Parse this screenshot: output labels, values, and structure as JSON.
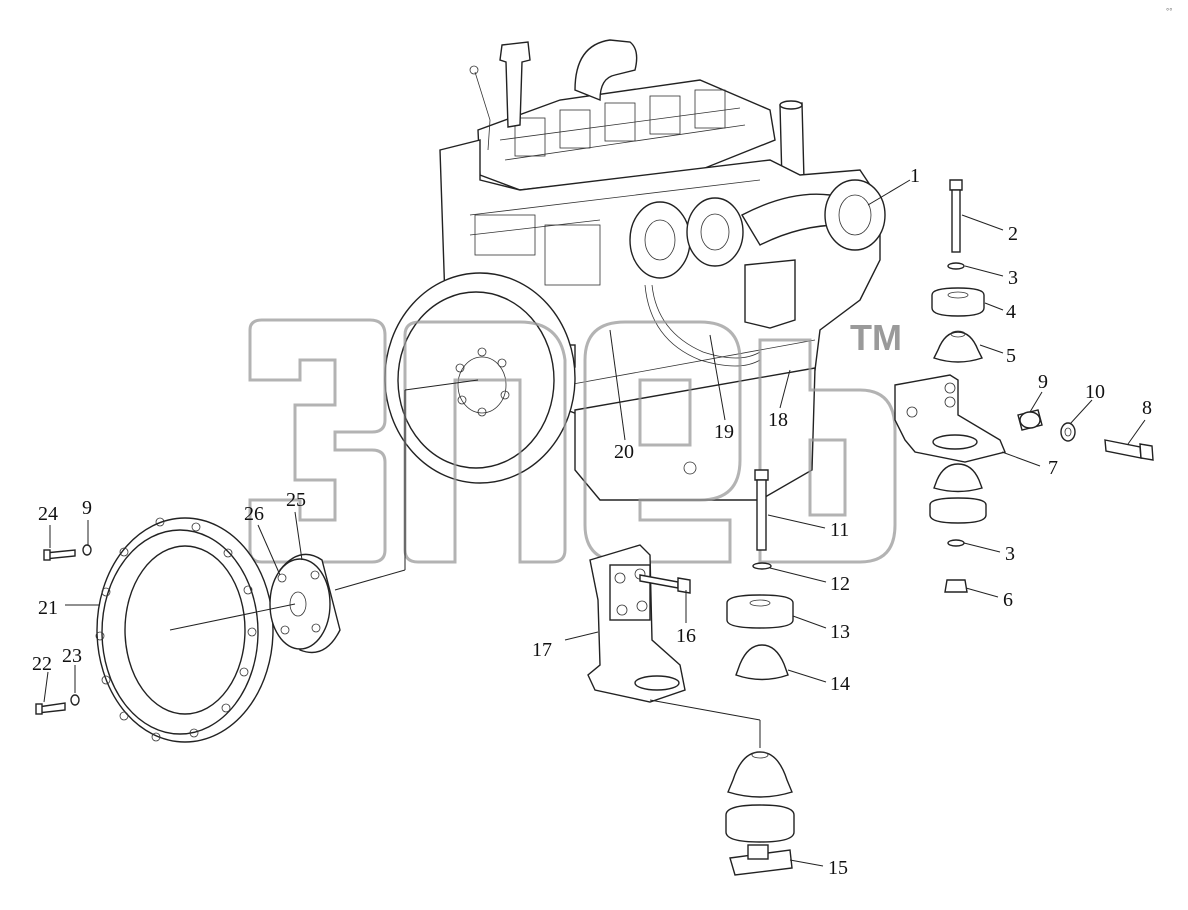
{
  "watermark": {
    "trademark": "TM"
  },
  "corner_mark": "°°",
  "callouts": [
    {
      "id": "1",
      "label": "1"
    },
    {
      "id": "2",
      "label": "2"
    },
    {
      "id": "3a",
      "label": "3"
    },
    {
      "id": "4",
      "label": "4"
    },
    {
      "id": "5",
      "label": "5"
    },
    {
      "id": "9a",
      "label": "9"
    },
    {
      "id": "10",
      "label": "10"
    },
    {
      "id": "8",
      "label": "8"
    },
    {
      "id": "7",
      "label": "7"
    },
    {
      "id": "3b",
      "label": "3"
    },
    {
      "id": "6",
      "label": "6"
    },
    {
      "id": "11",
      "label": "11"
    },
    {
      "id": "12",
      "label": "12"
    },
    {
      "id": "13",
      "label": "13"
    },
    {
      "id": "14",
      "label": "14"
    },
    {
      "id": "15",
      "label": "15"
    },
    {
      "id": "16",
      "label": "16"
    },
    {
      "id": "17",
      "label": "17"
    },
    {
      "id": "18",
      "label": "18"
    },
    {
      "id": "19",
      "label": "19"
    },
    {
      "id": "20",
      "label": "20"
    },
    {
      "id": "21",
      "label": "21"
    },
    {
      "id": "22",
      "label": "22"
    },
    {
      "id": "23",
      "label": "23"
    },
    {
      "id": "24",
      "label": "24"
    },
    {
      "id": "9b",
      "label": "9"
    },
    {
      "id": "25",
      "label": "25"
    },
    {
      "id": "26",
      "label": "26"
    }
  ]
}
